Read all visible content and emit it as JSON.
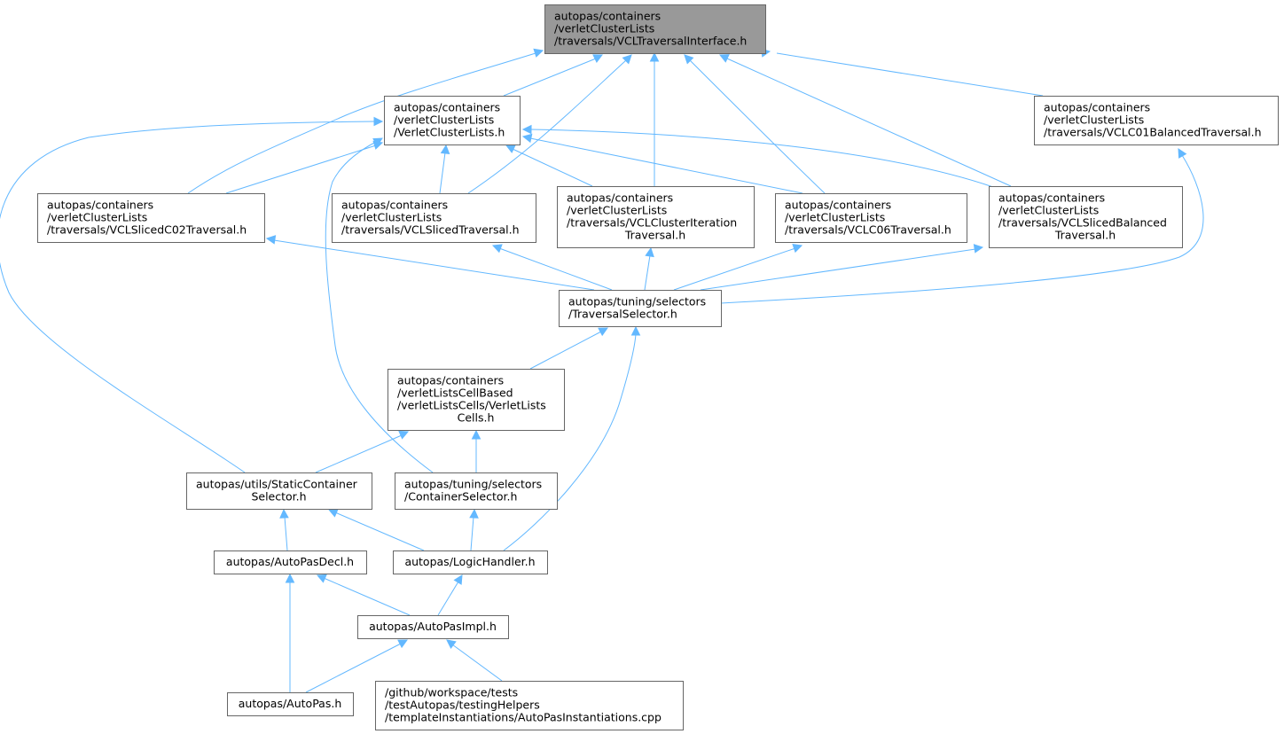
{
  "nodes": [
    {
      "id": "vcl_traversal_interface",
      "lines": [
        "autopas/containers",
        "/verletClusterLists",
        "/traversals/VCLTraversalInterface.h"
      ],
      "highlight": true
    },
    {
      "id": "verlet_cluster_lists",
      "lines": [
        "autopas/containers",
        "/verletClusterLists",
        "/VerletClusterLists.h"
      ]
    },
    {
      "id": "vclc01_balanced",
      "lines": [
        "autopas/containers",
        "/verletClusterLists",
        "/traversals/VCLC01BalancedTraversal.h"
      ]
    },
    {
      "id": "vcl_sliced_c02",
      "lines": [
        "autopas/containers",
        "/verletClusterLists",
        "/traversals/VCLSlicedC02Traversal.h"
      ]
    },
    {
      "id": "vcl_sliced",
      "lines": [
        "autopas/containers",
        "/verletClusterLists",
        "/traversals/VCLSlicedTraversal.h"
      ]
    },
    {
      "id": "vcl_cluster_iteration",
      "lines": [
        "autopas/containers",
        "/verletClusterLists",
        "/traversals/VCLClusterIteration",
        "Traversal.h"
      ]
    },
    {
      "id": "vclc06",
      "lines": [
        "autopas/containers",
        "/verletClusterLists",
        "/traversals/VCLC06Traversal.h"
      ]
    },
    {
      "id": "vcl_sliced_balanced",
      "lines": [
        "autopas/containers",
        "/verletClusterLists",
        "/traversals/VCLSlicedBalanced",
        "Traversal.h"
      ]
    },
    {
      "id": "traversal_selector",
      "lines": [
        "autopas/tuning/selectors",
        "/TraversalSelector.h"
      ]
    },
    {
      "id": "verlet_lists_cells",
      "lines": [
        "autopas/containers",
        "/verletListsCellBased",
        "/verletListsCells/VerletLists",
        "Cells.h"
      ]
    },
    {
      "id": "static_container_selector",
      "lines": [
        "autopas/utils/StaticContainer",
        "Selector.h"
      ]
    },
    {
      "id": "container_selector",
      "lines": [
        "autopas/tuning/selectors",
        "/ContainerSelector.h"
      ]
    },
    {
      "id": "autopas_decl",
      "lines": [
        "autopas/AutoPasDecl.h"
      ]
    },
    {
      "id": "logic_handler",
      "lines": [
        "autopas/LogicHandler.h"
      ]
    },
    {
      "id": "autopas_impl",
      "lines": [
        "autopas/AutoPasImpl.h"
      ]
    },
    {
      "id": "autopas",
      "lines": [
        "autopas/AutoPas.h"
      ]
    },
    {
      "id": "autopas_instantiations",
      "lines": [
        "/github/workspace/tests",
        "/testAutopas/testingHelpers",
        "/templateInstantiations/AutoPasInstantiations.cpp"
      ]
    }
  ],
  "edges": [
    {
      "from": "verlet_cluster_lists",
      "to": "vcl_traversal_interface"
    },
    {
      "from": "vclc01_balanced",
      "to": "vcl_traversal_interface"
    },
    {
      "from": "vcl_sliced_c02",
      "to": "vcl_traversal_interface"
    },
    {
      "from": "vcl_sliced",
      "to": "vcl_traversal_interface"
    },
    {
      "from": "vcl_cluster_iteration",
      "to": "vcl_traversal_interface"
    },
    {
      "from": "vclc06",
      "to": "vcl_traversal_interface"
    },
    {
      "from": "vcl_sliced_balanced",
      "to": "vcl_traversal_interface"
    },
    {
      "from": "vcl_sliced_c02",
      "to": "verlet_cluster_lists"
    },
    {
      "from": "vcl_sliced",
      "to": "verlet_cluster_lists"
    },
    {
      "from": "vcl_cluster_iteration",
      "to": "verlet_cluster_lists"
    },
    {
      "from": "vclc06",
      "to": "verlet_cluster_lists"
    },
    {
      "from": "vcl_sliced_balanced",
      "to": "verlet_cluster_lists"
    },
    {
      "from": "static_container_selector",
      "to": "verlet_cluster_lists"
    },
    {
      "from": "container_selector",
      "to": "verlet_cluster_lists"
    },
    {
      "from": "traversal_selector",
      "to": "vcl_sliced_c02"
    },
    {
      "from": "traversal_selector",
      "to": "vcl_sliced"
    },
    {
      "from": "traversal_selector",
      "to": "vcl_cluster_iteration"
    },
    {
      "from": "traversal_selector",
      "to": "vclc06"
    },
    {
      "from": "traversal_selector",
      "to": "vcl_sliced_balanced"
    },
    {
      "from": "traversal_selector",
      "to": "vclc01_balanced"
    },
    {
      "from": "verlet_lists_cells",
      "to": "traversal_selector"
    },
    {
      "from": "logic_handler",
      "to": "traversal_selector"
    },
    {
      "from": "static_container_selector",
      "to": "verlet_lists_cells"
    },
    {
      "from": "container_selector",
      "to": "verlet_lists_cells"
    },
    {
      "from": "autopas_decl",
      "to": "static_container_selector"
    },
    {
      "from": "logic_handler",
      "to": "static_container_selector"
    },
    {
      "from": "logic_handler",
      "to": "container_selector"
    },
    {
      "from": "autopas_impl",
      "to": "autopas_decl"
    },
    {
      "from": "autopas",
      "to": "autopas_decl"
    },
    {
      "from": "autopas_impl",
      "to": "logic_handler"
    },
    {
      "from": "autopas",
      "to": "autopas_impl"
    },
    {
      "from": "autopas_instantiations",
      "to": "autopas_impl"
    }
  ]
}
